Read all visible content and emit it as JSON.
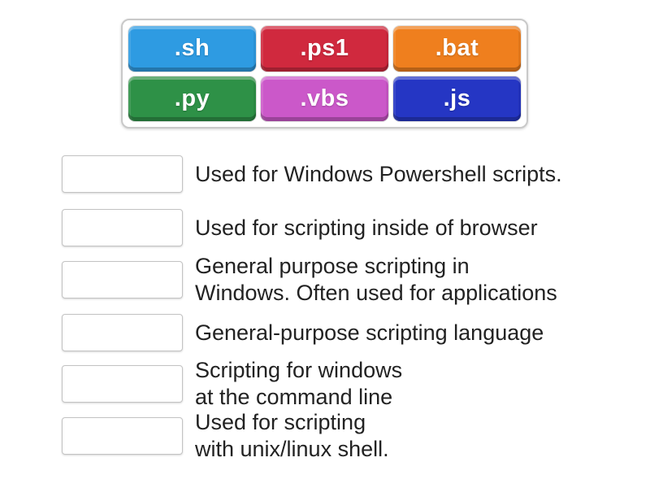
{
  "panel": {
    "tiles": [
      {
        "label": ".sh",
        "color": "#2E9BE2"
      },
      {
        "label": ".ps1",
        "color": "#D0293E"
      },
      {
        "label": ".bat",
        "color": "#EF7F1E"
      },
      {
        "label": ".py",
        "color": "#2E9147"
      },
      {
        "label": ".vbs",
        "color": "#CB58C9"
      },
      {
        "label": ".js",
        "color": "#2536C4"
      }
    ]
  },
  "matches": [
    {
      "clue": "Used for Windows Powershell scripts."
    },
    {
      "clue": "Used for scripting inside of browser"
    },
    {
      "clue": "General purpose scripting in\nWindows. Often used for applications"
    },
    {
      "clue": "General-purpose scripting language"
    },
    {
      "clue": "Scripting for windows\nat the command line"
    },
    {
      "clue": "Used for scripting\nwith unix/linux shell."
    }
  ],
  "ui_colors": {
    "panel_border": "#c9c9c9",
    "drop_box_border": "#c3c3c3",
    "clue_text": "#222222",
    "tile_text": "#ffffff"
  }
}
